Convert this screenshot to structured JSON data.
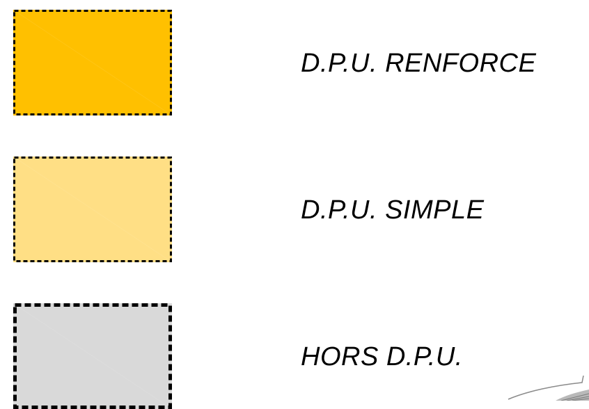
{
  "legend": {
    "items": [
      {
        "label": "D.P.U. RENFORCE",
        "fill": "#FFC000",
        "border": "#000000"
      },
      {
        "label": "D.P.U. SIMPLE",
        "fill": "#FFDF85",
        "border": "#000000"
      },
      {
        "label": "HORS D.P.U.",
        "fill": "#D9D9D9",
        "border": "#000000"
      }
    ]
  }
}
